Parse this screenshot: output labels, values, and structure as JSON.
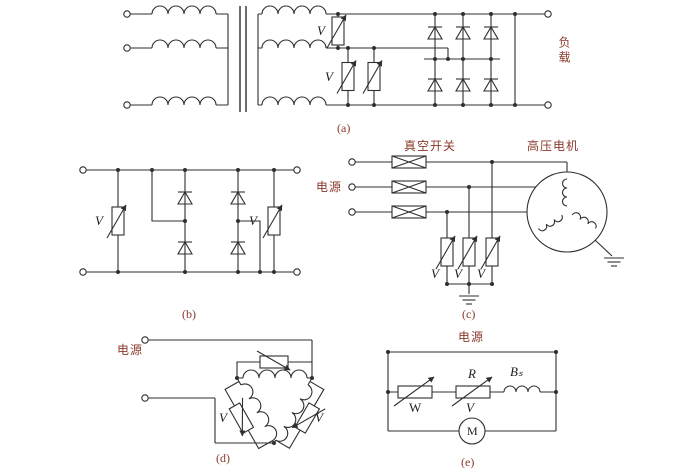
{
  "figure": {
    "background": "#ffffff",
    "line_color": "#2f2f2f",
    "label_color": "#8a3a2c",
    "sections": {
      "a": {
        "caption": "(a)",
        "load_label": "负载",
        "varistor_labels": [
          "V",
          "V"
        ]
      },
      "b": {
        "caption": "(b)",
        "varistor_left_label": "V",
        "varistor_right_label": "V"
      },
      "c": {
        "caption": "(c)",
        "power_label": "电源",
        "vacuum_switch_label": "真空开关",
        "motor_label": "高压电机",
        "varistor_labels": [
          "V",
          "V",
          "V"
        ]
      },
      "d": {
        "caption": "(d)",
        "power_label": "电源",
        "varistor_labels": [
          "V",
          "V"
        ]
      },
      "e": {
        "caption": "(e)",
        "power_label": "电源",
        "potentiometer_label": "W",
        "resistor_label": "R",
        "varistor_label": "V",
        "reactor_label": "Bₛ",
        "motor_label": "M"
      }
    }
  }
}
